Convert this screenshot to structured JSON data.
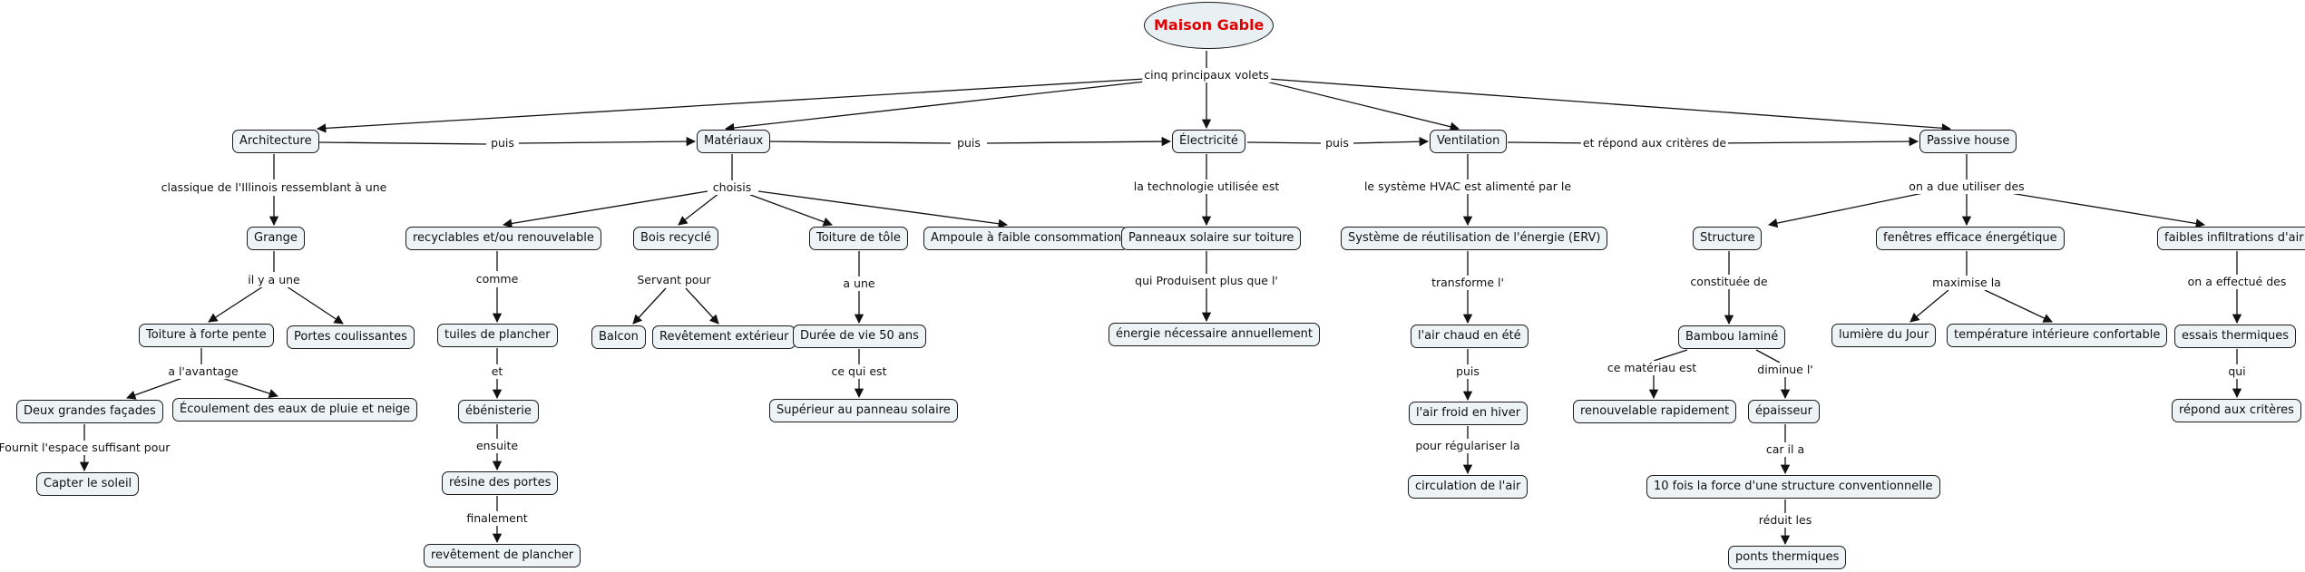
{
  "diagram": {
    "root": "Maison Gable",
    "main_link": "cinq principaux volets",
    "nodes": {
      "architecture": "Architecture",
      "materiaux": "Matériaux",
      "electricite": "Électricité",
      "ventilation": "Ventilation",
      "passive": "Passive house",
      "grange": "Grange",
      "toiture_pente": "Toiture à forte pente",
      "portes_coul": "Portes coulissantes",
      "deux_facades": "Deux grandes façades",
      "ecoulement": "Écoulement des eaux de pluie et neige",
      "capter": "Capter le soleil",
      "recyclables": "recyclables et/ou renouvelable",
      "bois": "Bois recyclé",
      "tole": "Toiture de tôle",
      "ampoule": "Ampoule à faible consommation",
      "tuiles": "tuiles de plancher",
      "ebenisterie": "ébénisterie",
      "resine": "résine des portes",
      "revetement_plancher": "revêtement de plancher",
      "balcon": "Balcon",
      "rev_ext": "Revêtement extérieur",
      "duree": "Durée de vie 50 ans",
      "superieur": "Supérieur au panneau solaire",
      "panneaux": "Panneaux solaire sur toiture",
      "energie": "énergie nécessaire annuellement",
      "erv": "Système de réutilisation de l'énergie (ERV)",
      "air_chaud": "l'air chaud en été",
      "air_froid": "l'air froid en hiver",
      "circulation": "circulation de l'air",
      "structure": "Structure",
      "fenetres": "fenêtres efficace énergétique",
      "infiltrations": "faibles infiltrations d'air",
      "bambou": "Bambou laminé",
      "renouvelable": "renouvelable rapidement",
      "epaisseur": "épaisseur",
      "dix_fois": "10 fois la force d'une structure conventionnelle",
      "ponts": "ponts thermiques",
      "lumiere": "lumière du Jour",
      "temperature": "température intérieure confortable",
      "essais": "essais thermiques",
      "repond": "répond aux critères"
    },
    "links": {
      "puis1": "puis",
      "puis2": "puis",
      "puis3": "puis",
      "criteres": "et répond aux critères de",
      "classique": "classique de l'Illinois ressemblant à une",
      "ilya": "il y a une",
      "avantage": "a l'avantage",
      "fournit": "Fournit l'espace suffisant pour",
      "choisis": "choisis",
      "comme": "comme",
      "et": "et",
      "ensuite": "ensuite",
      "finalement": "finalement",
      "servant": "Servant pour",
      "aune": "a une",
      "cequiest": "ce qui est",
      "techno": "la technologie utilisée est",
      "produisent": "qui Produisent plus que l'",
      "hvac": "le système HVAC est alimenté par le",
      "transforme": "transforme l'",
      "puis4": "puis",
      "regulariser": "pour régulariser la",
      "adu": "on a due utiliser des",
      "constituee": "constituée de",
      "materiau": "ce matériau est",
      "diminue": "diminue l'",
      "carila": "car il a",
      "reduit": "réduit les",
      "maximise": "maximise la",
      "effectue": "on a effectué des",
      "qui": "qui"
    }
  }
}
